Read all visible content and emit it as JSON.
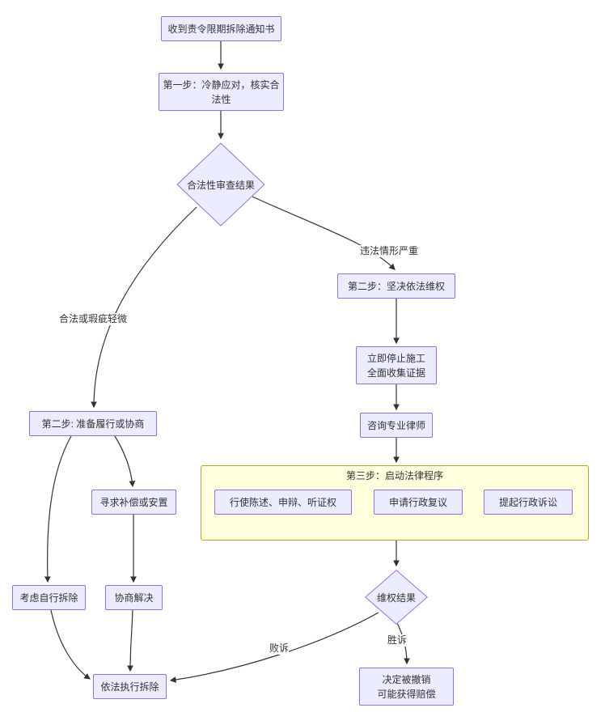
{
  "diagram": {
    "type": "flowchart",
    "direction": "top-down"
  },
  "nodes": {
    "notice": "收到责令限期拆除通知书",
    "step1": "第一步：冷静应对，核实合法性",
    "review": "合法性审查结果",
    "prepare": "第二步: 准备履行或协商",
    "defend": "第二步：坚决依法维权",
    "stop": "立即停止施工\n全面收集证据",
    "lawyer": "咨询专业律师",
    "statement": "行使陈述、申辩、听证权",
    "reconsideration": "申请行政复议",
    "litigation": "提起行政诉讼",
    "result": "维权结果",
    "revoked": "决定被撤销\n可能获得赔偿",
    "demolish": "依法执行拆除",
    "self_demolish": "考虑自行拆除",
    "compensation": "寻求补偿或安置",
    "negotiate": "协商解决"
  },
  "subgraph": {
    "title": "第三步：启动法律程序"
  },
  "edge_labels": {
    "legal_minor": "合法或瑕疵轻微",
    "illegal_severe": "违法情形严重",
    "win": "胜诉",
    "lose": "败诉"
  },
  "colors": {
    "node_fill": "#ECECFF",
    "node_border": "#9370DB",
    "subgraph_fill": "#FFFFDE",
    "subgraph_border": "#AAAA33",
    "edge": "#333333",
    "text": "#333333"
  }
}
